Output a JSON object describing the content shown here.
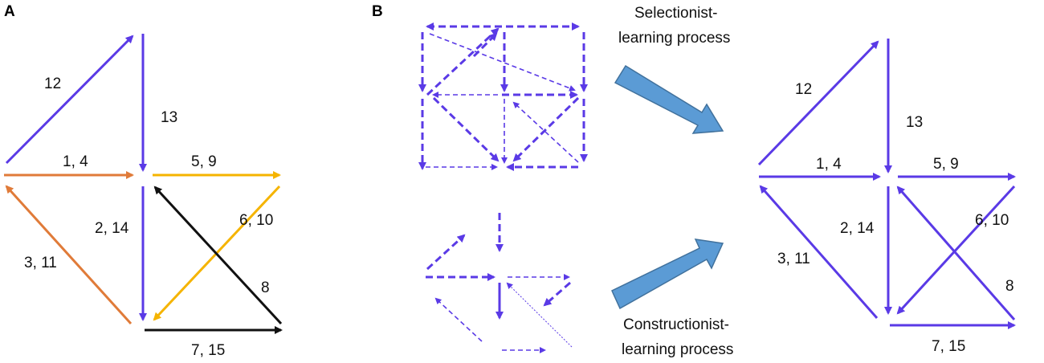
{
  "panels": {
    "a": "A",
    "b": "B"
  },
  "colors": {
    "blue": "#5a3ae6",
    "orange": "#e07b39",
    "yellow": "#f5b400",
    "black": "#111111",
    "big_arrow_fill": "#5b9bd5",
    "big_arrow_stroke": "#41719c"
  },
  "panel_a": {
    "labels": [
      "12",
      "13",
      "1, 4",
      "5, 9",
      "3, 11",
      "2, 14",
      "6, 10",
      "8",
      "7, 15"
    ]
  },
  "panel_b": {
    "process_top": [
      "Selectionist-",
      "learning process"
    ],
    "process_bottom": [
      "Constructionist-",
      "learning process"
    ],
    "result_labels": [
      "12",
      "13",
      "1, 4",
      "5, 9",
      "3, 11",
      "2, 14",
      "6, 10",
      "8",
      "7, 15"
    ]
  }
}
